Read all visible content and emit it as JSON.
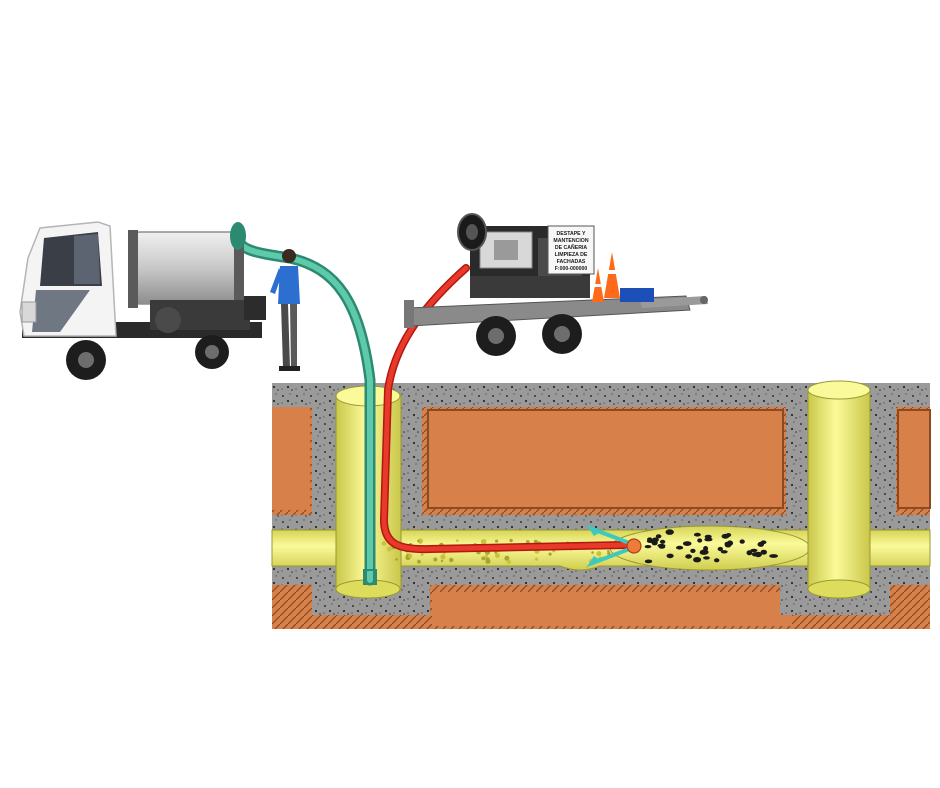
{
  "diagram": {
    "sign_lines": [
      "DESTAPE Y",
      "MANTENCION",
      "DE CAÑERIA",
      "LIMPIEZA DE",
      "FACHADAS",
      "F:000-000000"
    ],
    "colors": {
      "soil": "#d7804a",
      "soil_dark": "#b8602f",
      "concrete": "#9a9a9a",
      "pipe_yellow": "#f2f073",
      "suction_hose": "#4ab79a",
      "jet_hose": "#e0281c",
      "truck_body": "#f4f4f4",
      "tank": "#cfcfcf",
      "worker_shirt": "#2c6fd1",
      "cone": "#ff6a1a"
    },
    "icons": [
      "vacuum-truck-icon",
      "worker-icon",
      "jetter-trailer-icon",
      "traffic-cone-icon",
      "nozzle-icon"
    ]
  }
}
